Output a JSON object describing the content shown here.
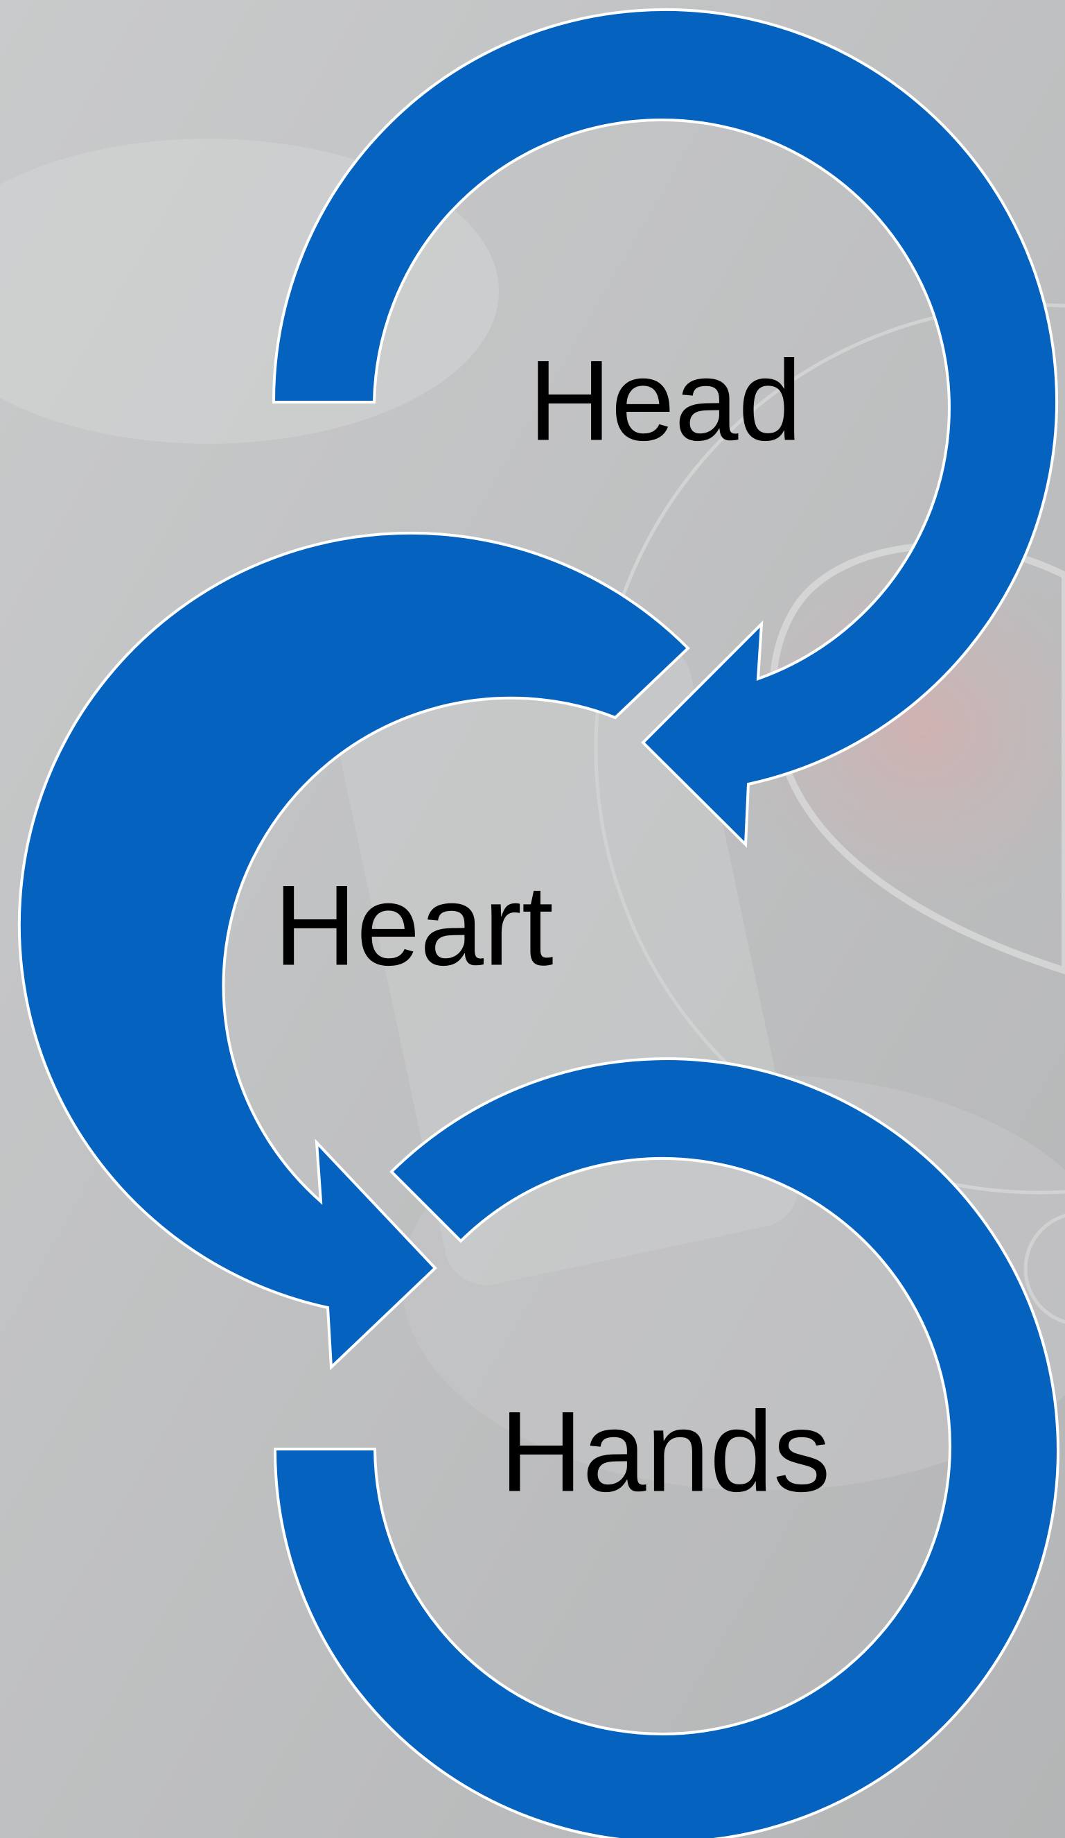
{
  "diagram": {
    "type": "cycle-arrows",
    "steps": [
      {
        "label": "Head"
      },
      {
        "label": "Heart"
      },
      {
        "label": "Hands"
      }
    ]
  },
  "colors": {
    "arrow_fill": "#0563BF",
    "arrow_stroke": "#FFFFFF",
    "text": "#000000",
    "background": "#C2C3C4"
  }
}
